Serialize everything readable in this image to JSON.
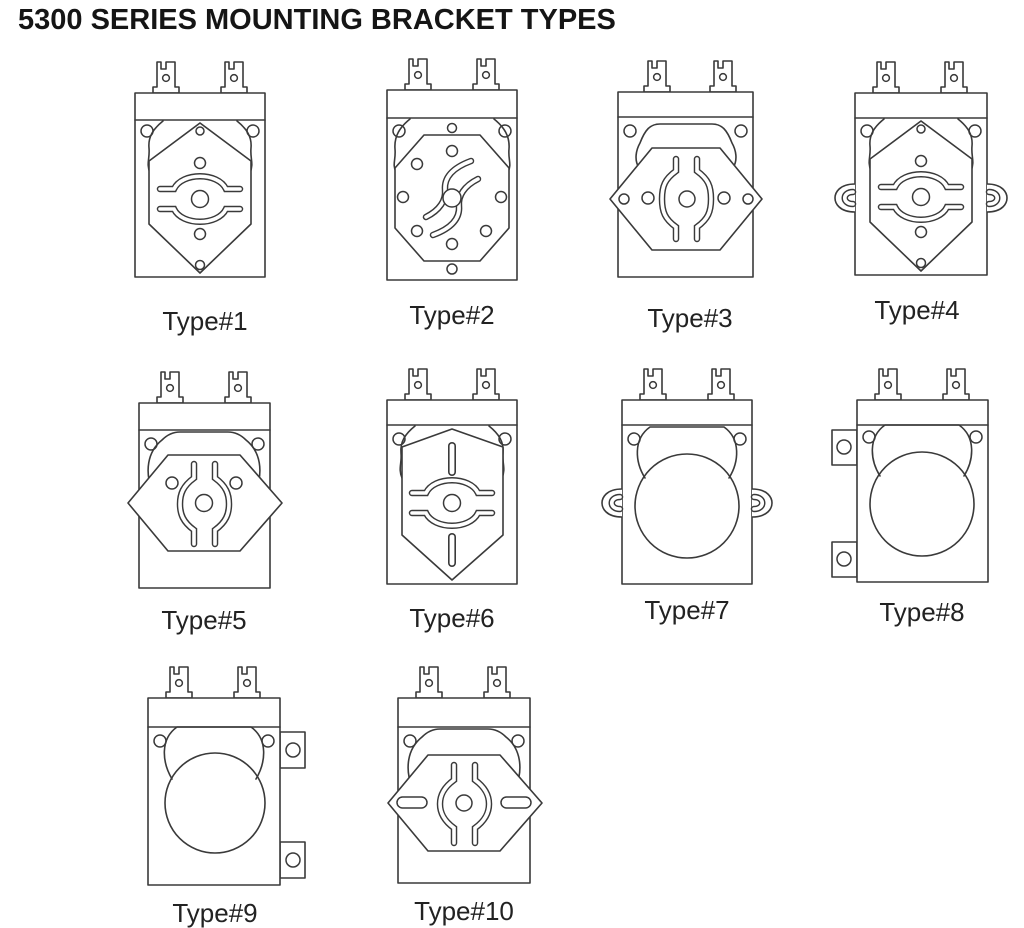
{
  "title": "5300 SERIES MOUNTING BRACKET TYPES",
  "figures": [
    {
      "label": "Type#1"
    },
    {
      "label": "Type#2"
    },
    {
      "label": "Type#3"
    },
    {
      "label": "Type#4"
    },
    {
      "label": "Type#5"
    },
    {
      "label": "Type#6"
    },
    {
      "label": "Type#7"
    },
    {
      "label": "Type#8"
    },
    {
      "label": "Type#9"
    },
    {
      "label": "Type#10"
    }
  ],
  "colors": {
    "line": "#3a3a3a",
    "text": "#222222",
    "background": "#ffffff"
  }
}
